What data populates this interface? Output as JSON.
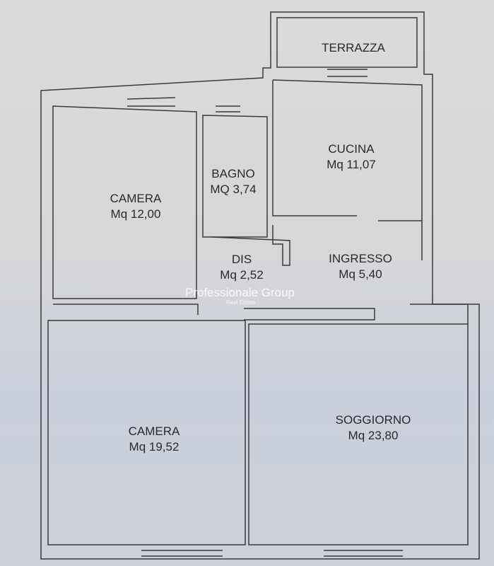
{
  "rooms": [
    {
      "name": "TERRAZZA",
      "area": ""
    },
    {
      "name": "CUCINA",
      "area": "Mq 11,07"
    },
    {
      "name": "BAGNO",
      "area": "MQ 3,74"
    },
    {
      "name": "CAMERA",
      "area": "Mq 12,00"
    },
    {
      "name": "DIS",
      "area": "Mq 2,52"
    },
    {
      "name": "INGRESSO",
      "area": "Mq 5,40"
    },
    {
      "name": "CAMERA",
      "area": "Mq 19,52"
    },
    {
      "name": "SOGGIORNO",
      "area": "Mq 23,80"
    }
  ],
  "watermark": {
    "brand": "Professionale Group",
    "sub": "Real Estate"
  }
}
